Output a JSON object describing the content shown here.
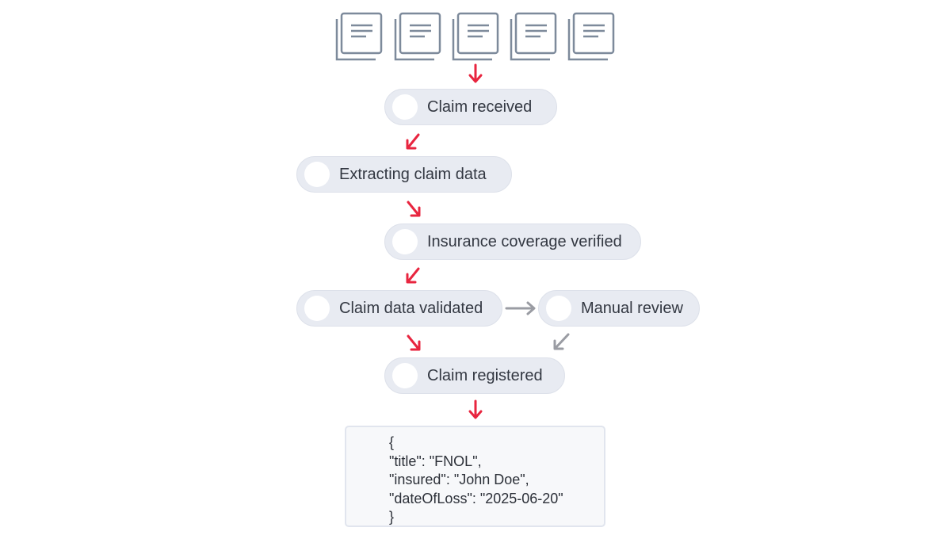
{
  "documents": [
    {
      "icon": "document-stack-icon"
    },
    {
      "icon": "document-stack-icon"
    },
    {
      "icon": "document-stack-icon"
    },
    {
      "icon": "document-stack-icon"
    },
    {
      "icon": "document-stack-icon"
    }
  ],
  "steps": [
    {
      "label": "Claim received"
    },
    {
      "label": "Extracting claim data"
    },
    {
      "label": "Insurance coverage verified"
    },
    {
      "label": "Claim data validated"
    },
    {
      "label": "Manual review"
    },
    {
      "label": "Claim registered"
    }
  ],
  "output": {
    "lines": [
      "{",
      "\"title\": \"FNOL\",",
      "\"insured\": \"John Doe\",",
      "\"dateOfLoss\": \"2025-06-20\"",
      "}"
    ]
  },
  "colors": {
    "main_arrow": "#e8253f",
    "review_arrow": "#9a9ca3",
    "step_background": "#e8ebf2",
    "icon_stroke": "#7d8a9b"
  }
}
